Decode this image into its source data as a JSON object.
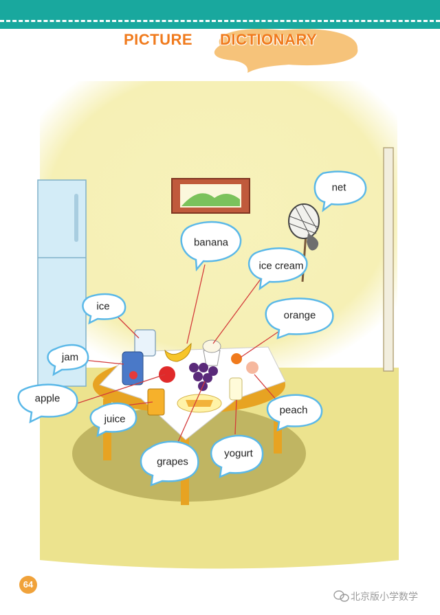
{
  "header": {
    "title_word_1": "PICTURE",
    "title_word_2": "DICTIONARY"
  },
  "labels": {
    "net": "net",
    "banana": "banana",
    "ice_cream": "ice cream",
    "ice": "ice",
    "orange": "orange",
    "jam": "jam",
    "apple": "apple",
    "juice": "juice",
    "peach": "peach",
    "grapes": "grapes",
    "yogurt": "yogurt"
  },
  "page_number": "64",
  "watermark": "北京版小学数学",
  "colors": {
    "header": "#19a89e",
    "title": "#f07a1c",
    "wall": "#f5f0b4",
    "floor": "#ece38e",
    "bubble_border": "#5ab8e8",
    "pointer_line": "#d33a3a"
  },
  "icons": [
    "speech-bubble-icon",
    "wechat-icon"
  ]
}
